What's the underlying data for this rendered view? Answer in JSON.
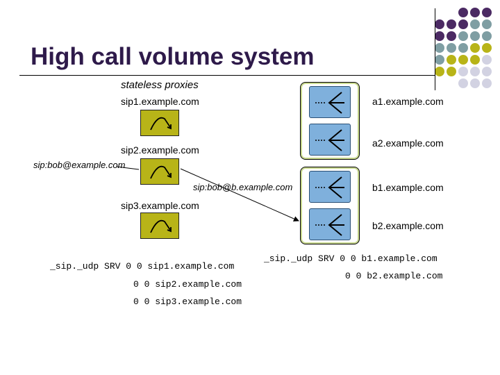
{
  "title": "High call volume system",
  "stateless_label": "stateless proxies",
  "proxies": [
    {
      "name": "sip1.example.com"
    },
    {
      "name": "sip2.example.com"
    },
    {
      "name": "sip3.example.com"
    }
  ],
  "servers": [
    {
      "name": "a1.example.com"
    },
    {
      "name": "a2.example.com"
    },
    {
      "name": "b1.example.com"
    },
    {
      "name": "b2.example.com"
    }
  ],
  "request_uri_left": "sip:bob@example.com",
  "request_uri_mid": "sip:bob@b.example.com",
  "srv_left": [
    "_sip._udp SRV 0 0 sip1.example.com",
    "0 0 sip2.example.com",
    "0 0 sip3.example.com"
  ],
  "srv_right": [
    "_sip._udp SRV 0 0 b1.example.com",
    "0 0 b2.example.com"
  ],
  "colors": {
    "purple": "#4b2a63",
    "teal": "#7f9ea3",
    "olive": "#b8b418",
    "lavender": "#d2d2e2"
  }
}
